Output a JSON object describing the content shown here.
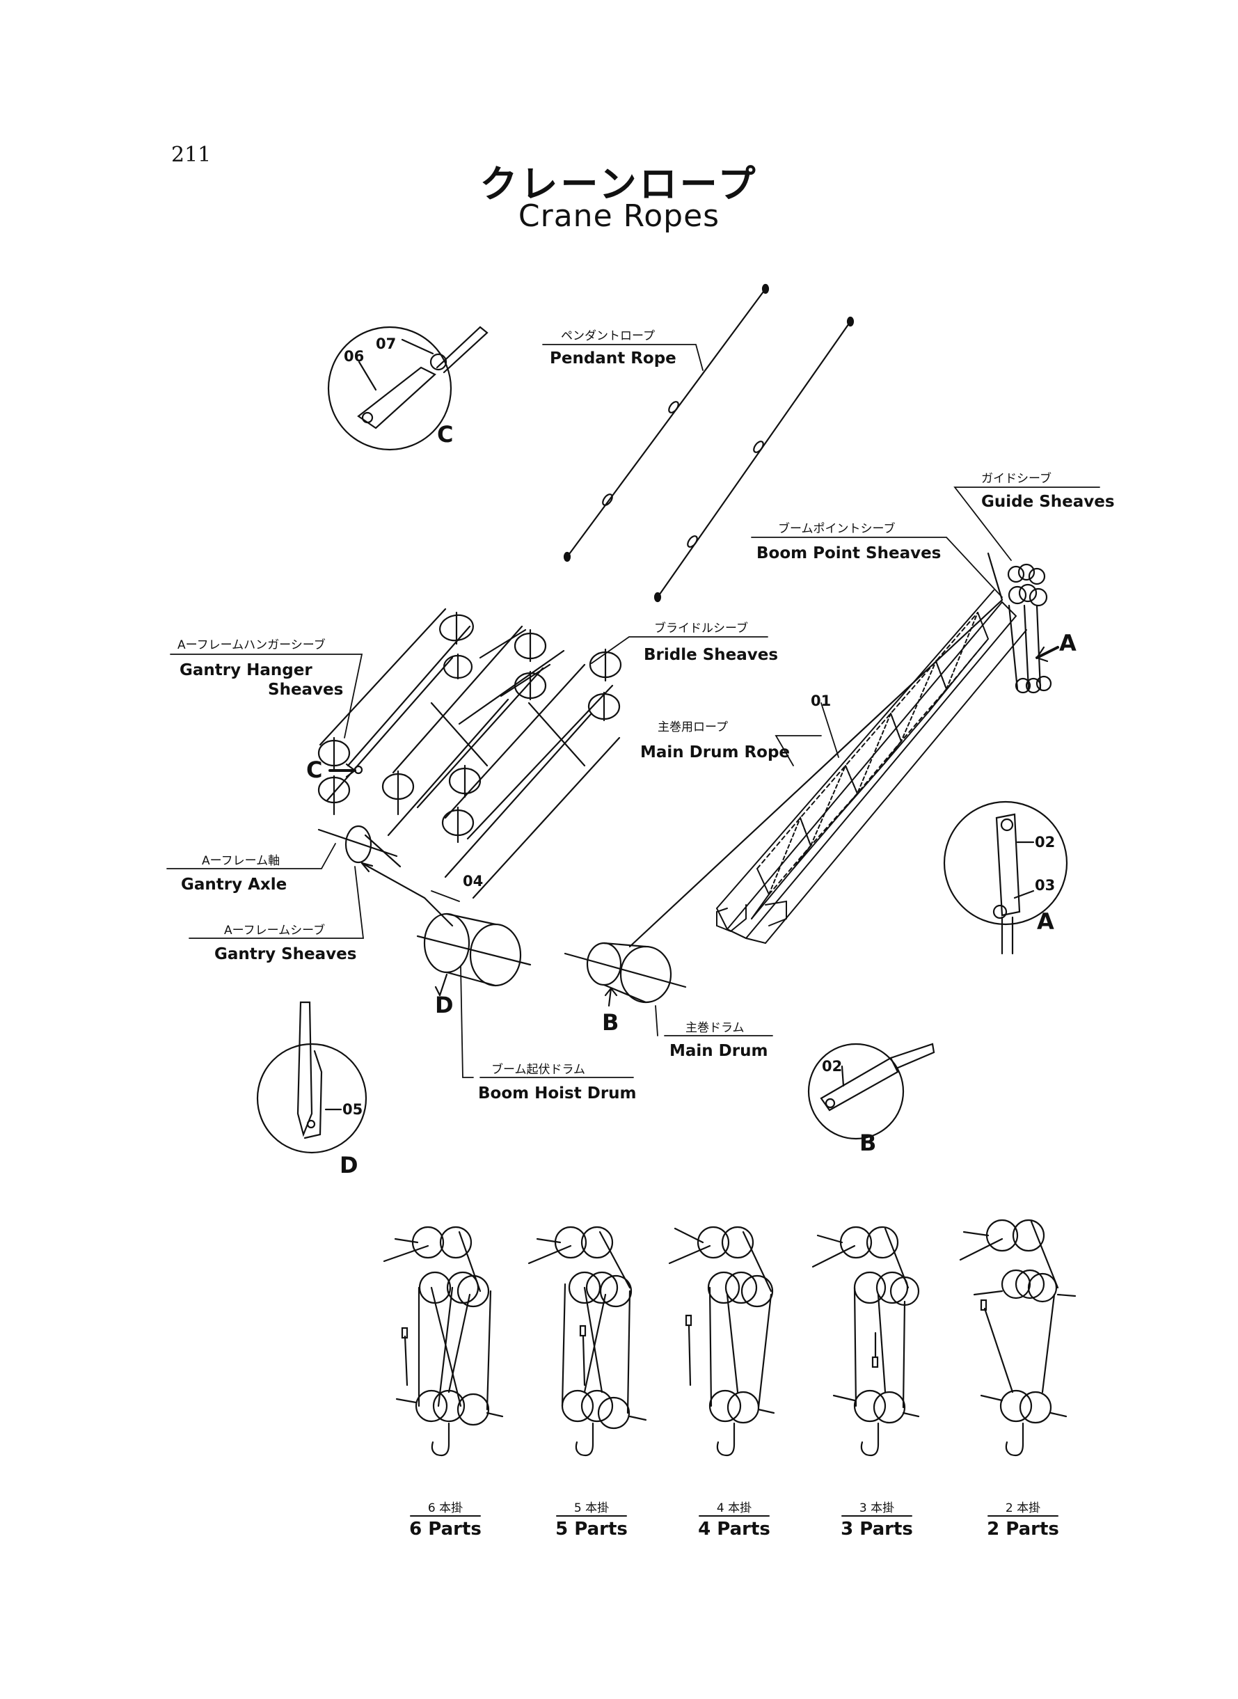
{
  "page_number": "211",
  "title": {
    "jp": "クレーンロープ",
    "en": "Crane Ropes"
  },
  "labels": {
    "pendant_rope": {
      "jp": "ペンダントロープ",
      "en": "Pendant Rope"
    },
    "guide_sheaves": {
      "jp": "ガイドシーブ",
      "en": "Guide Sheaves"
    },
    "boom_point": {
      "jp": "ブームポイントシーブ",
      "en": "Boom Point Sheaves"
    },
    "bridle": {
      "jp": "ブライドルシーブ",
      "en": "Bridle Sheaves"
    },
    "gantry_hanger": {
      "jp": "Aーフレームハンガーシーブ",
      "en1": "Gantry Hanger",
      "en2": "Sheaves"
    },
    "main_drum_rope": {
      "jp": "主巻用ロープ",
      "en": "Main Drum Rope"
    },
    "gantry_axle": {
      "jp": "Aーフレーム軸",
      "en": "Gantry Axle"
    },
    "gantry_sheaves": {
      "jp": "Aーフレームシーブ",
      "en": "Gantry Sheaves"
    },
    "boom_hoist": {
      "jp": "ブーム起伏ドラム",
      "en": "Boom Hoist Drum"
    },
    "main_drum": {
      "jp": "主巻ドラム",
      "en": "Main Drum"
    }
  },
  "part_numbers": {
    "p01": "01",
    "p02": "02",
    "p03": "03",
    "p04": "04",
    "p05": "05",
    "p06": "06",
    "p07": "07"
  },
  "detail_letters": {
    "a": "A",
    "b": "B",
    "c": "C",
    "d": "D"
  },
  "reeving": [
    {
      "jp": "6 本掛",
      "en": "6 Parts"
    },
    {
      "jp": "5 本掛",
      "en": "5 Parts"
    },
    {
      "jp": "4 本掛",
      "en": "4 Parts"
    },
    {
      "jp": "3 本掛",
      "en": "3 Parts"
    },
    {
      "jp": "2 本掛",
      "en": "2 Parts"
    }
  ]
}
